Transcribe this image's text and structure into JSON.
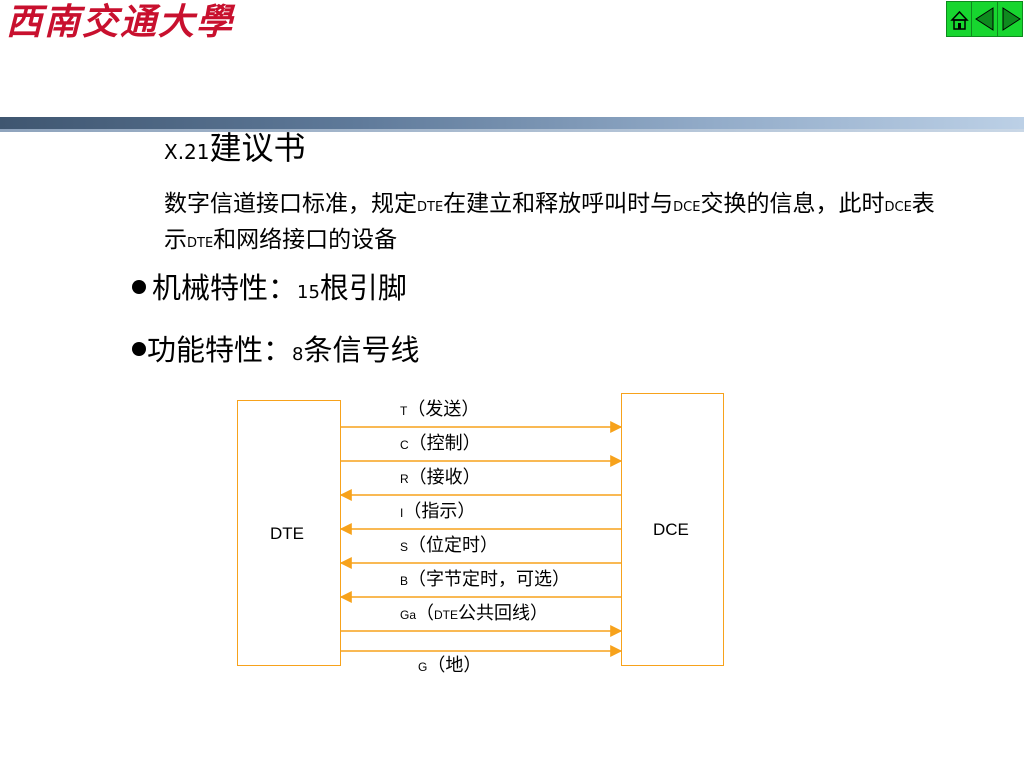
{
  "logo_text": "西南交通大學",
  "nav": {
    "home_icon": "home-icon",
    "prev_icon": "left-triangle-icon",
    "next_icon": "right-triangle-icon",
    "color": "#17d62f"
  },
  "heading": {
    "prefix": "X.21",
    "main": "建议书"
  },
  "paragraph": {
    "t1": "数字信道接口标准，规定",
    "dte1": "DTE",
    "t2": "在建立和释放呼叫时与",
    "dce1": "DCE",
    "t3": "交换的信息，此时",
    "dce2": "DCE",
    "t4": "表示",
    "dte2": "DTE",
    "t5": "和网络接口的设备"
  },
  "bullets": [
    {
      "label": "机械特性：",
      "num": "15",
      "tail": "根引脚"
    },
    {
      "label": "功能特性：",
      "num": "8",
      "tail": "条信号线"
    }
  ],
  "diagram": {
    "dte_label": "DTE",
    "dce_label": "DCE",
    "line_color": "#f7a21b",
    "signals": [
      {
        "code": "T",
        "desc": "（发送）",
        "direction": "to-dce"
      },
      {
        "code": "C",
        "desc": "（控制）",
        "direction": "to-dce"
      },
      {
        "code": "R",
        "desc": "（接收）",
        "direction": "to-dte"
      },
      {
        "code": "I",
        "desc": "（指示）",
        "direction": "to-dte"
      },
      {
        "code": "S",
        "desc": "（位定时）",
        "direction": "to-dte"
      },
      {
        "code": "B",
        "desc": "（字节定时，可选）",
        "direction": "to-dte"
      },
      {
        "code": "Ga",
        "desc_open": "（",
        "desc_code": "DTE",
        "desc_tail": "公共回线）",
        "direction": "to-dce"
      },
      {
        "code": "G",
        "desc": "（地）",
        "direction": "to-dce"
      }
    ]
  }
}
